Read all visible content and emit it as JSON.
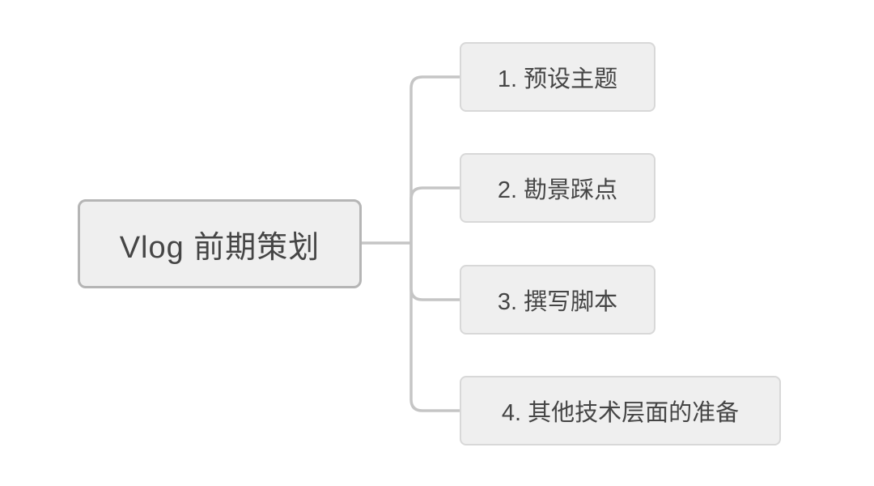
{
  "diagram": {
    "type": "mindmap",
    "root": {
      "label": "Vlog 前期策划"
    },
    "children": [
      {
        "label": "1. 预设主题"
      },
      {
        "label": "2. 勘景踩点"
      },
      {
        "label": "3. 撰写脚本"
      },
      {
        "label": "4. 其他技术层面的准备"
      }
    ]
  },
  "theme": {
    "bg": "#ffffff",
    "node-fill": "#efefef",
    "root-border": "#b5b5b5",
    "child-border": "#d8d8d8",
    "line": "#c5c5c5",
    "text": "#454545"
  }
}
